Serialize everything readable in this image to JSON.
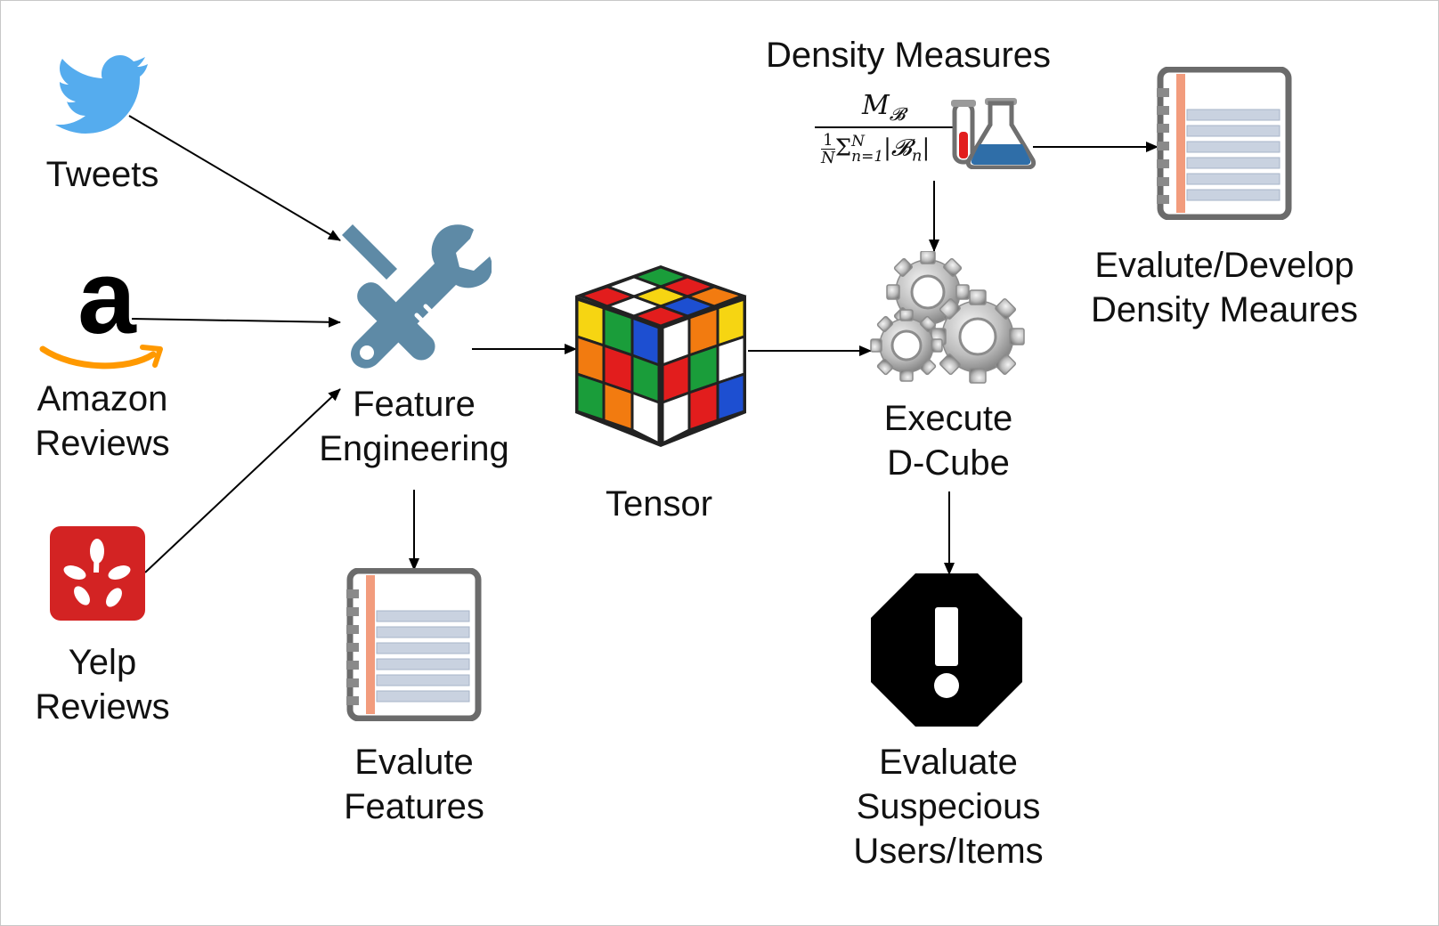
{
  "sources": {
    "tweets": "Tweets",
    "amazon_line1": "Amazon",
    "amazon_line2": "Reviews",
    "yelp_line1": "Yelp",
    "yelp_line2": "Reviews",
    "amazon_logo_letter": "a"
  },
  "feature_engineering": {
    "line1": "Feature",
    "line2": "Engineering"
  },
  "evaluate_features": {
    "line1": "Evalute",
    "line2": "Features"
  },
  "tensor": {
    "label": "Tensor"
  },
  "density_measures": {
    "title": "Density Measures",
    "numerator": "M",
    "numerator_sub": "𝓑",
    "denominator_frac_num": "1",
    "denominator_frac_den": "N",
    "sum_symbol": "Σ",
    "sum_sup": "N",
    "sum_sub": "n=1",
    "abs_term": "|𝓑",
    "abs_sub": "n",
    "abs_close": "|"
  },
  "develop": {
    "line1": "Evalute/Develop",
    "line2": "Density Meaures"
  },
  "execute": {
    "line1": "Execute",
    "line2": "D-Cube"
  },
  "suspicious": {
    "line1": "Evaluate",
    "line2": "Suspecious",
    "line3": "Users/Items"
  },
  "colors": {
    "twitter": "#55acee",
    "amazon_smile": "#ff9900",
    "yelp": "#d32323",
    "tools": "#5e8aa6",
    "notebook_frame": "#6b6b6b",
    "notebook_margin": "#f29c7d",
    "notebook_lines": "#c9d2e0",
    "stop_sign": "#000000"
  }
}
